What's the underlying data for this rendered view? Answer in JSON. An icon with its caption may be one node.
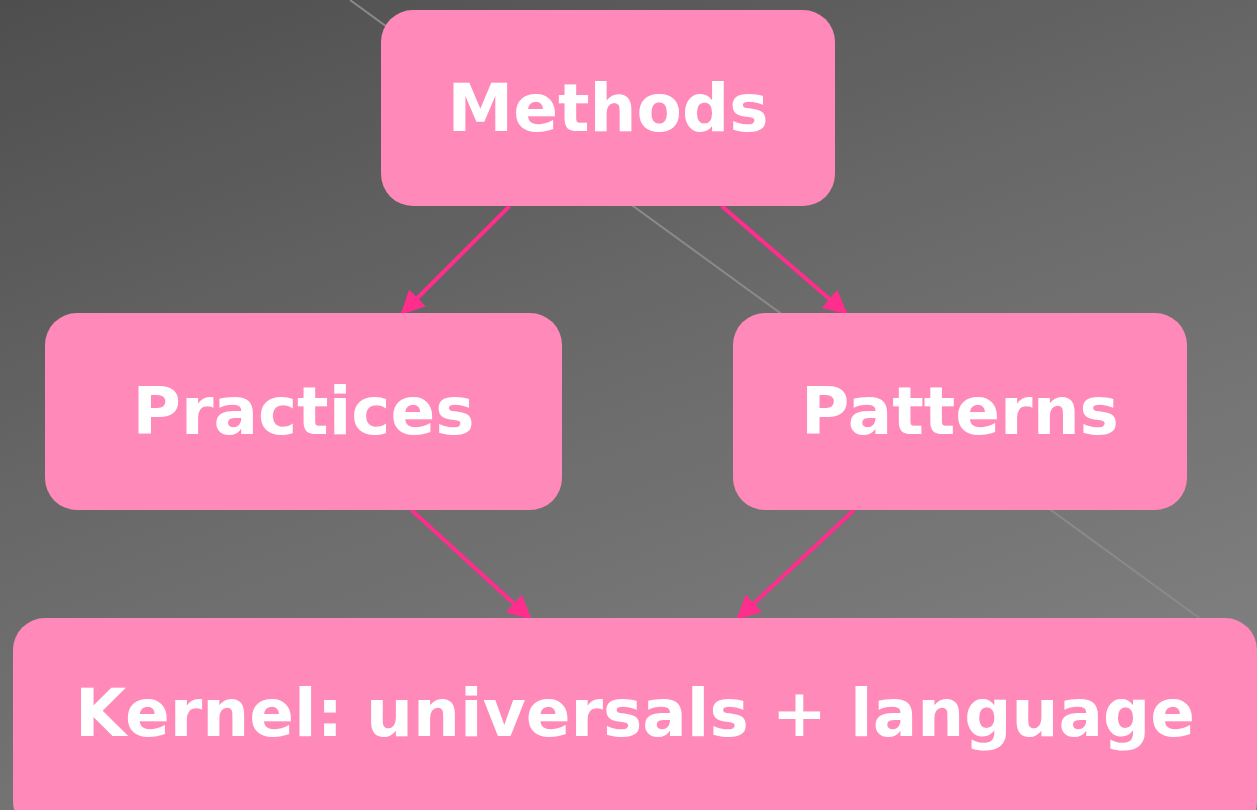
{
  "diagram": {
    "nodes": [
      {
        "text": [
          "Methods"
        ]
      },
      {
        "text": [
          "Practices"
        ]
      },
      {
        "text": [
          "Patterns"
        ]
      },
      {
        "text": [
          "Kernel: universals + language"
        ]
      }
    ],
    "edges": [
      {
        "from": 0,
        "to": 1,
        "arrow": "to"
      },
      {
        "from": 0,
        "to": 2,
        "arrow": "to"
      },
      {
        "from": 1,
        "to": 3,
        "arrow": "to"
      },
      {
        "from": 2,
        "to": 3,
        "arrow": "to"
      }
    ]
  }
}
